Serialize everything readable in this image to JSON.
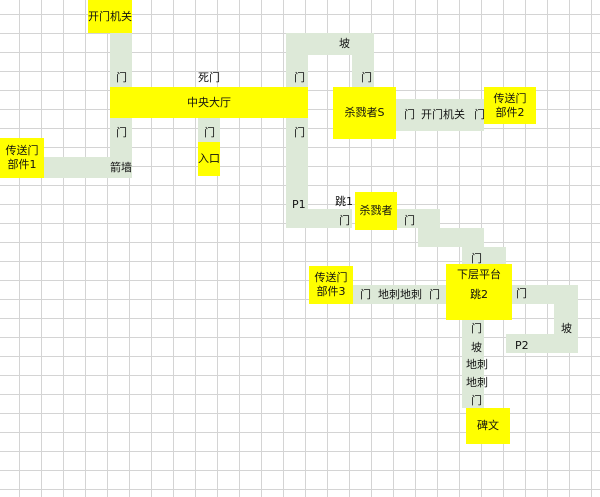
{
  "rooms": {
    "door_switch_top": "开门机关",
    "central_hall": "中央大厅",
    "entrance": "入口",
    "teleport_part_1": "传送门\n部件1",
    "slayer_s": "杀戮者S",
    "teleport_part_2": "传送门\n部件2",
    "slayer": "杀戮者",
    "teleport_part_3": "传送门\n部件3",
    "lower_platform": "下层平台",
    "jump_2": "跳2",
    "stele": "碑文"
  },
  "labels": {
    "door": "门",
    "dead_door": "死门",
    "slope": "坡",
    "arrow_wall": "箭墙",
    "door_switch": "开门机关",
    "p1": "P1",
    "jump_1": "跳1",
    "spikes": "地刺",
    "p2": "P2"
  },
  "colors": {
    "room": "#ffff00",
    "path": "#dde9d8",
    "grid": "#d4d4d4"
  }
}
